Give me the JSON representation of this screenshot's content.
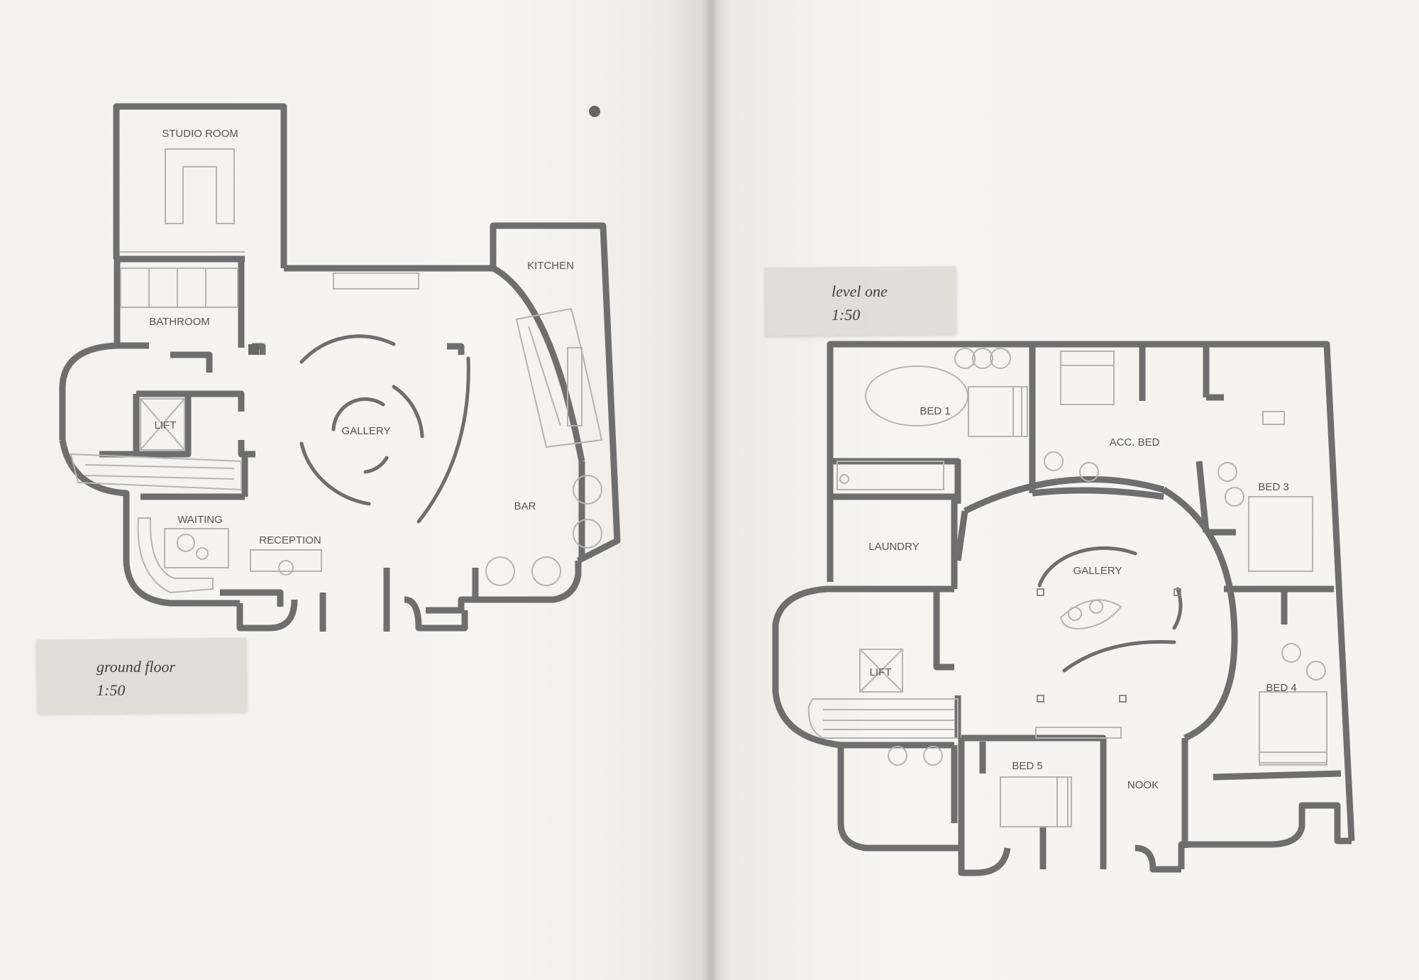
{
  "ground_floor": {
    "caption": "ground floor",
    "scale": "1:50",
    "rooms": {
      "studio": "STUDIO ROOM",
      "kitchen": "KITCHEN",
      "bathroom": "BATHROOM",
      "lift": "LIFT",
      "gallery": "GALLERY",
      "bar": "BAR",
      "waiting": "WAITING",
      "reception": "RECEPTION"
    }
  },
  "level_one": {
    "caption": "level one",
    "scale": "1:50",
    "rooms": {
      "bed1": "BED 1",
      "acc_bed": "ACC. BED",
      "bed3": "BED 3",
      "laundry": "LAUNDRY",
      "gallery": "GALLERY",
      "lift": "LIFT",
      "bed4": "BED 4",
      "bed5": "BED 5",
      "nook": "NOOK"
    }
  },
  "colors": {
    "wall": "#6e6e6e",
    "furniture": "#b4b4b4",
    "paper": "#f5f3f0",
    "tape": "#dedcd6",
    "label": "#555555"
  }
}
